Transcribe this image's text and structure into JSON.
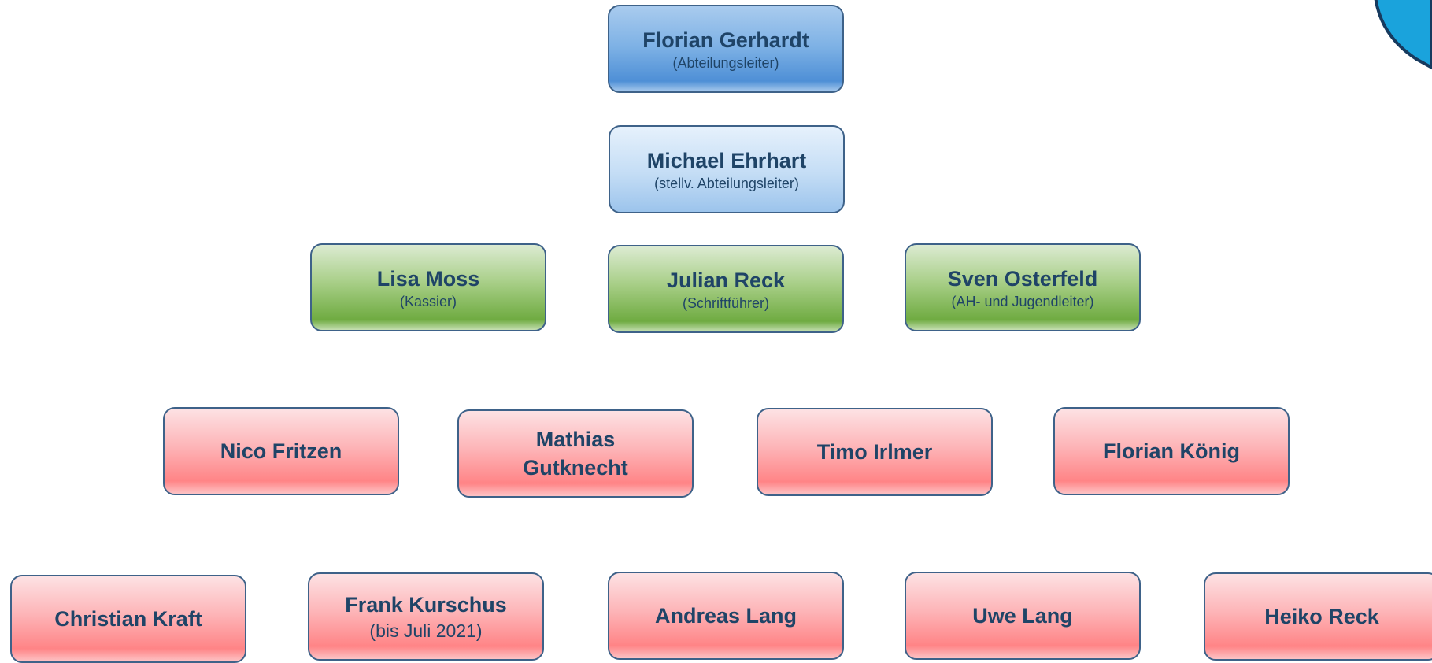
{
  "chart": {
    "level1": [
      {
        "name": "Florian Gerhardt",
        "role": "(Abteilungsleiter)"
      }
    ],
    "level2": [
      {
        "name": "Michael Ehrhart",
        "role": "(stellv. Abteilungsleiter)"
      }
    ],
    "level3": [
      {
        "name": "Lisa Moss",
        "role": "(Kassier)"
      },
      {
        "name": "Julian Reck",
        "role": "(Schriftführer)"
      },
      {
        "name": "Sven Osterfeld",
        "role": "(AH- und Jugendleiter)"
      }
    ],
    "level4": [
      {
        "name": "Nico Fritzen"
      },
      {
        "name": "Mathias Gutknecht"
      },
      {
        "name": "Timo Irlmer"
      },
      {
        "name": "Florian König"
      }
    ],
    "level5": [
      {
        "name": "Christian Kraft"
      },
      {
        "name": "Frank Kurschus",
        "role": "(bis Juli 2021)"
      },
      {
        "name": "Andreas Lang"
      },
      {
        "name": "Uwe Lang"
      },
      {
        "name": "Heiko Reck"
      }
    ]
  },
  "colors": {
    "text": "#1f4467",
    "border": "#3e6289",
    "level1_fill": "#7db1e5",
    "level2_fill": "#c4ddf5",
    "level3_fill": "#8fbf67",
    "level4_fill": "#fdb4b7",
    "logo": "#1aa3dc"
  },
  "logo_icon": "club-logo-icon"
}
